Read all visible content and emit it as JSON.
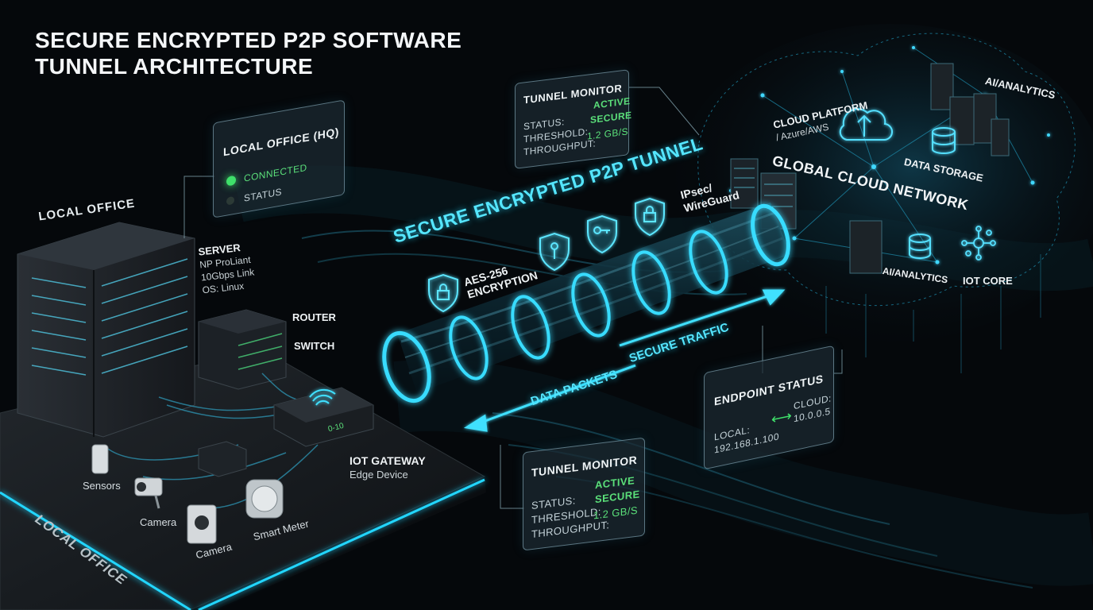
{
  "title": {
    "line1": "SECURE ENCRYPTED P2P SOFTWARE",
    "line2": "TUNNEL ARCHITECTURE"
  },
  "local_office": {
    "heading": "LOCAL OFFICE",
    "floor_label": "LOCAL OFFICE",
    "server": {
      "title": "SERVER",
      "line1": "NP ProLiant",
      "line2": "10Gbps Link",
      "line3": "OS: Linux"
    },
    "router": "ROUTER",
    "switch": "SWITCH",
    "iot_gateway": {
      "title": "IOT GATEWAY",
      "subtitle": "Edge Device",
      "display": "0-10"
    },
    "devices": {
      "sensors": "Sensors",
      "camera1": "Camera",
      "camera2": "Camera",
      "smart_meter": "Smart Meter"
    }
  },
  "hq_panel": {
    "title": "LOCAL OFFICE (HQ)",
    "connected": "CONNECTED",
    "status": "STATUS",
    "connected_color": "#3fe06a"
  },
  "tunnel": {
    "title": "SECURE ENCRYPTED P2P TUNNEL",
    "encryption_line1": "AES-256",
    "encryption_line2": "ENCRYPTION",
    "protocol_line1": "IPsec/",
    "protocol_line2": "WireGuard",
    "secure_traffic": "SECURE TRAFFIC",
    "data_packets": "DATA PACKETS",
    "glow_color": "#39dcff"
  },
  "tunnel_monitor_top": {
    "title": "TUNNEL MONITOR",
    "status_label": "STATUS:",
    "status_value": "ACTIVE",
    "threshold_label": "THRESHOLD:",
    "threshold_value": "SECURE",
    "throughput_label": "THROUGHPUT:",
    "throughput_value": "1.2 GB/S"
  },
  "tunnel_monitor_bottom": {
    "title": "TUNNEL MONITOR",
    "status_label": "STATUS:",
    "status_value": "ACTIVE",
    "threshold_label": "THRESHOLD:",
    "threshold_value": "SECURE",
    "throughput_label": "THROUGHPUT:",
    "throughput_value": "1.2 GB/S"
  },
  "endpoint_status": {
    "title": "ENDPOINT STATUS",
    "local_label": "LOCAL:",
    "local_ip": "192.168.1.100",
    "cloud_label": "CLOUD:",
    "cloud_ip": "10.0.0.5",
    "arrow_color": "#3fe06a"
  },
  "cloud": {
    "global_network": "GLOBAL CLOUD NETWORK",
    "platform_line1": "CLOUD PLATFORM",
    "platform_line2": "/ Azure/AWS",
    "data_storage": "DATA STORAGE",
    "ai_analytics_top": "AI/ANALYTICS",
    "ai_analytics_bottom": "AI/ANALYTICS",
    "iot_core": "IOT CORE",
    "accent_color": "#3fd8ff"
  },
  "icons": [
    "lock-shield-icon",
    "key-shield-icon",
    "key-icon",
    "lock-icon",
    "cloud-upload-icon",
    "database-icon",
    "hub-icon",
    "server-rack-icon"
  ]
}
